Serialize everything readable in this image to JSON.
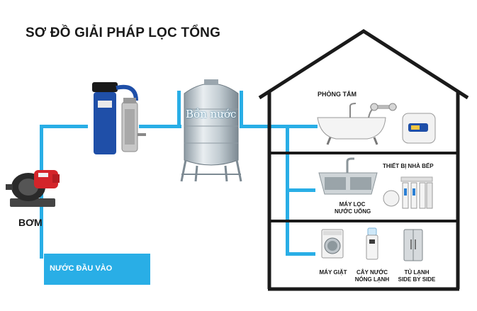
{
  "title": "SƠ ĐỒ GIẢI PHÁP LỌC TỔNG",
  "inlet": {
    "label": "NƯỚC ĐẦU VÀO"
  },
  "pump": {
    "label": "BƠM"
  },
  "tank": {
    "label": "Bồn nước"
  },
  "house": {
    "bathroom": {
      "label": "PHÒNG TẮM"
    },
    "kitchen": {
      "label": "THIẾT BỊ NHÀ BẾP",
      "purifier_line1": "MÁY LỌC",
      "purifier_line2": "NƯỚC UỐNG"
    },
    "appliances": {
      "washer": "MÁY GIẶT",
      "dispenser_line1": "CÂY NƯỚC",
      "dispenser_line2": "NÓNG LẠNH",
      "fridge_line1": "TỦ LẠNH",
      "fridge_line2": "SIDE BY SIDE"
    }
  },
  "colors": {
    "pipe": "#29aee6",
    "outline": "#1a1a1a",
    "filter_blue": "#1f4fa8",
    "pump_red": "#d4242a"
  }
}
